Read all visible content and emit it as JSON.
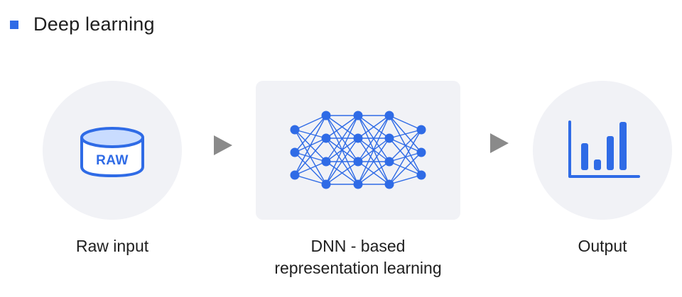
{
  "header": {
    "title": "Deep learning"
  },
  "stages": {
    "raw": {
      "icon_text": "RAW",
      "label": "Raw input"
    },
    "dnn": {
      "label_line1": "DNN - based",
      "label_line2": "representation learning"
    },
    "output": {
      "label": "Output"
    }
  },
  "colors": {
    "accent": "#2f6be6",
    "accent_light": "#c9dcff",
    "panel": "#f1f2f6",
    "arrow": "#8a8a8a"
  }
}
